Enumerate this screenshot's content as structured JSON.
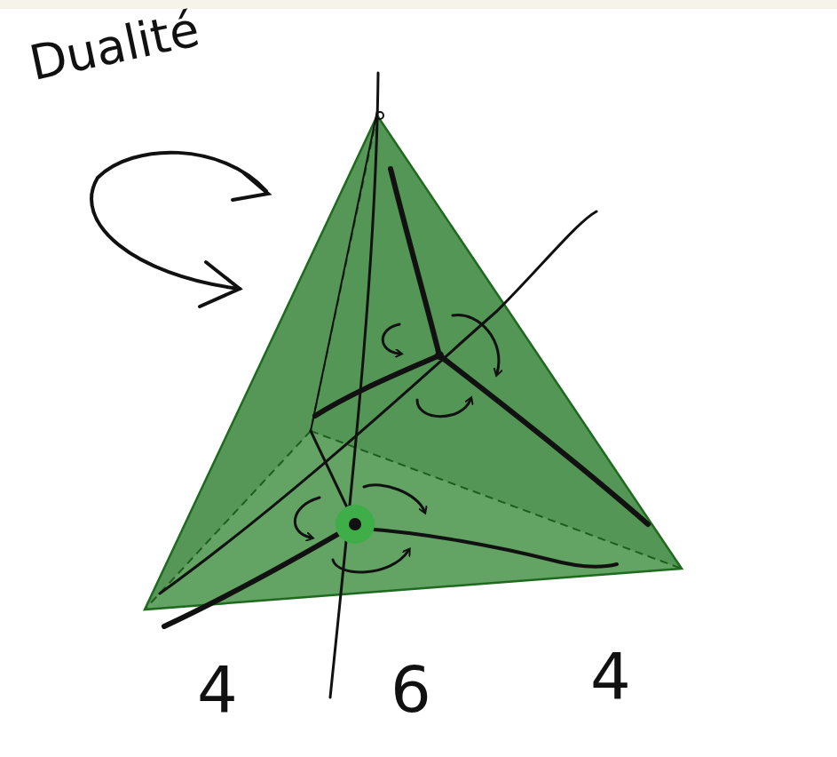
{
  "diagram": {
    "labels": [
      "Dualité",
      "4",
      "6",
      "4"
    ]
  }
}
